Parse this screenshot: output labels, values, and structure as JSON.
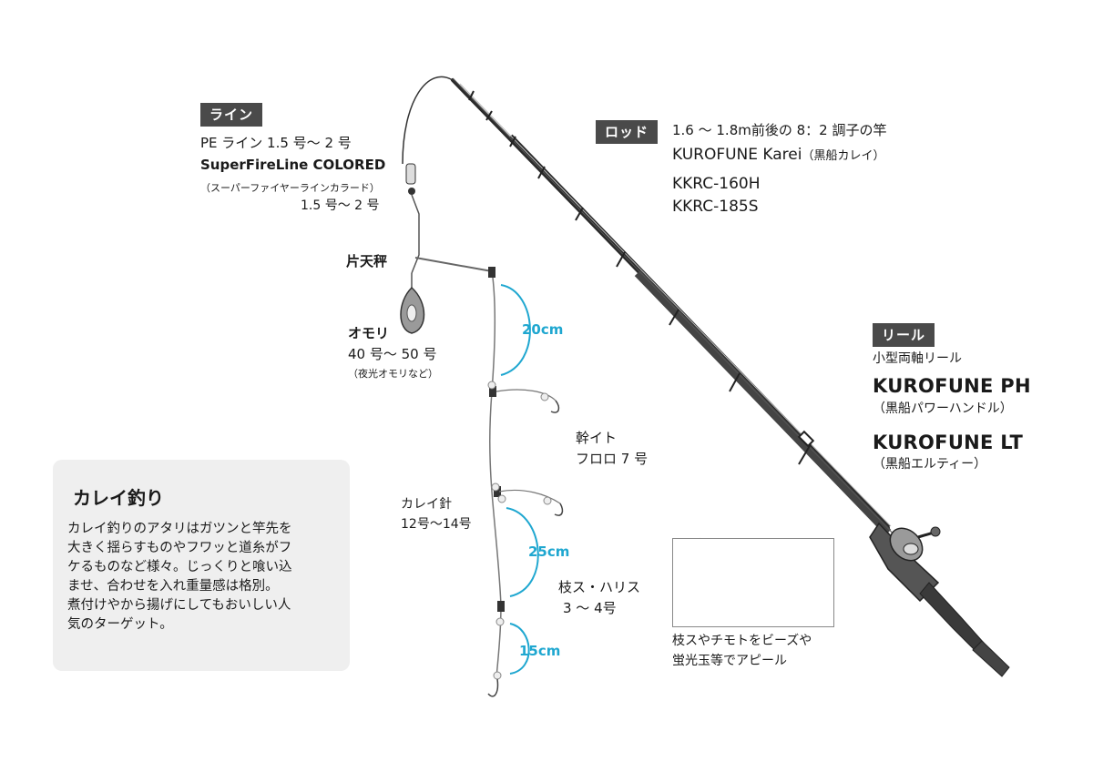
{
  "line": {
    "tag": "ライン",
    "l1": "PE ライン 1.5 号～ 2 号",
    "l2": "SuperFireLine COLORED",
    "l3": "（スーパーファイヤーラインカラード）",
    "l4": "1.5 号～ 2 号"
  },
  "tenbin": "片天秤",
  "omori": {
    "l1": "オモリ",
    "l2": "40 号～ 50 号",
    "l3": "（夜光オモリなど）"
  },
  "measures": {
    "m1": "20cm",
    "m2": "25cm",
    "m3": "15cm"
  },
  "mikiito": {
    "l1": "幹イト",
    "l2": "フロロ 7 号"
  },
  "hook": {
    "l1": "カレイ針",
    "l2": "12号～14号"
  },
  "edasu": {
    "l1": "枝ス・ハリス",
    "l2": "3 ～ 4号"
  },
  "rod": {
    "tag": "ロッド",
    "l1": "1.6 ～ 1.8m前後の 8：2 調子の竿",
    "l2a": "KUROFUNE Karei",
    "l2b": "（黒船カレイ）",
    "l3": "KKRC-160H",
    "l4": "KKRC-185S"
  },
  "reel": {
    "tag": "リール",
    "l1": "小型両軸リール",
    "l2": "KUROFUNE PH",
    "l3": "（黒船パワーハンドル）",
    "l4": "KUROFUNE LT",
    "l5": "（黒船エルティー）"
  },
  "inset_caption": {
    "l1": "枝スやチモトをビーズや",
    "l2": "蛍光玉等でアピール"
  },
  "card": {
    "title": "カレイ釣り",
    "body": "カレイ釣りのアタリはガツンと竿先を\n大きく揺らすものやフワッと道糸がフ\nケるものなど様々。じっくりと喰い込\nませ、合わせを入れ重量感は格別。\n煮付けやから揚げにしてもおいしい人\n気のターゲット。"
  },
  "colors": {
    "accent": "#1fa7d0",
    "tag_bg": "#4a4a4a",
    "card_bg": "#efefef"
  }
}
